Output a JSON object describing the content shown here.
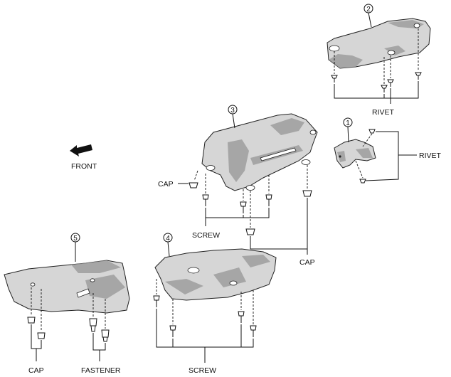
{
  "labels": {
    "front": "FRONT",
    "rivet_upper": "RIVET",
    "rivet_right": "RIVET",
    "cap_left": "CAP",
    "screw_middle": "SCREW",
    "cap_right": "CAP",
    "cap_bottom": "CAP",
    "fastener": "FASTENER",
    "screw_bottom": "SCREW"
  },
  "callouts": {
    "p1": "1",
    "p2": "2",
    "p3": "3",
    "p4": "4",
    "p5": "5"
  }
}
